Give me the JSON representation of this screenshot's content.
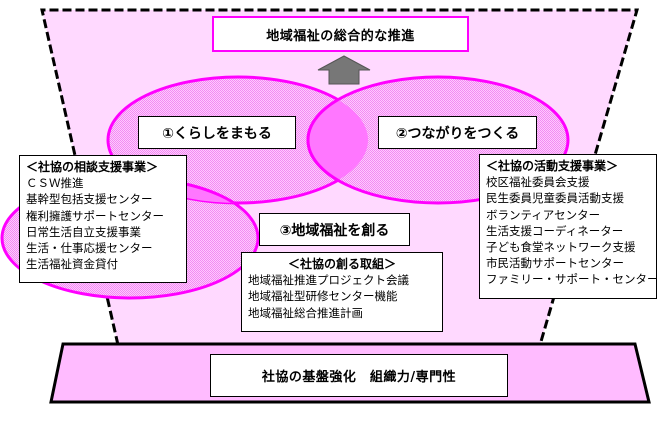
{
  "goal": {
    "label": "地域福祉の総合的な推進"
  },
  "pillars": [
    {
      "label": "①くらしをまもる"
    },
    {
      "label": "②つながりをつくる"
    },
    {
      "label": "③地域福祉を創る"
    }
  ],
  "consultation": {
    "header": "＜社協の相談支援事業＞",
    "items": [
      "ＣＳＷ推進",
      "基幹型包括支援センター",
      "権利擁護サポートセンター",
      "日常生活自立支援事業",
      "生活・仕事応援センター",
      "生活福祉資金貸付"
    ]
  },
  "activity": {
    "header": "＜社協の活動支援事業＞",
    "items": [
      "校区福祉委員会支援",
      "民生委員児童委員活動支援",
      "ボランティアセンター",
      "生活支援コーディネーター",
      "子ども食堂ネットワーク支援",
      "市民活動サポートセンター",
      "ファミリー・サポート・センター"
    ]
  },
  "creation": {
    "header": "＜社協の創る取組＞",
    "items": [
      "地域福祉推進プロジェクト会議",
      "地域福祉型研修センター機能",
      "地域福祉総合推進計画"
    ]
  },
  "foundation": {
    "label": "社協の基盤強化　組織力/専門性"
  },
  "colors": {
    "magenta": "#ff00ff",
    "background_pink": "#ffd9ff",
    "ellipse_fill": "#f7a8f7",
    "overlap_fill": "#ff77ff",
    "base_fill": "#ffbbff",
    "arrow": "#777777"
  },
  "icons": {
    "arrow": "up-arrow-icon"
  }
}
